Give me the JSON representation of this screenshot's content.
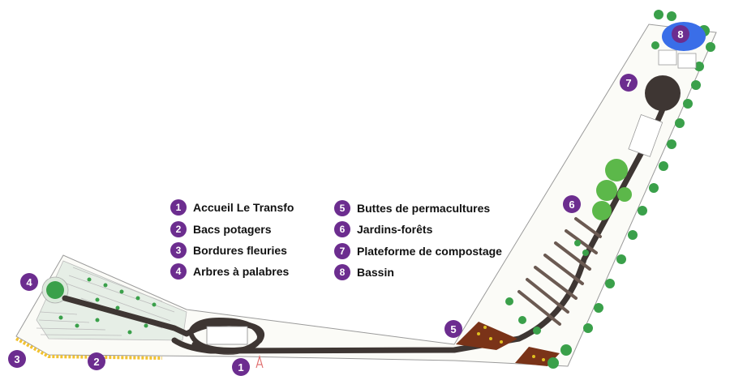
{
  "colors": {
    "badge": "#6c2d8f",
    "path": "#3e3633",
    "tree": "#3aa04a",
    "water": "#3a6ee8",
    "soil": "#7a3318",
    "border_flowers": "#f2c230"
  },
  "legend": [
    {
      "num": "1",
      "label": "Accueil Le Transfo"
    },
    {
      "num": "2",
      "label": "Bacs potagers"
    },
    {
      "num": "3",
      "label": "Bordures fleuries"
    },
    {
      "num": "4",
      "label": "Arbres à palabres"
    },
    {
      "num": "5",
      "label": "Buttes de permacultures"
    },
    {
      "num": "6",
      "label": "Jardins-forêts"
    },
    {
      "num": "7",
      "label": "Plateforme de compostage"
    },
    {
      "num": "8",
      "label": "Bassin"
    }
  ],
  "markers": {
    "m1": "1",
    "m2": "2",
    "m3": "3",
    "m4": "4",
    "m5": "5",
    "m6": "6",
    "m7": "7",
    "m8": "8"
  }
}
